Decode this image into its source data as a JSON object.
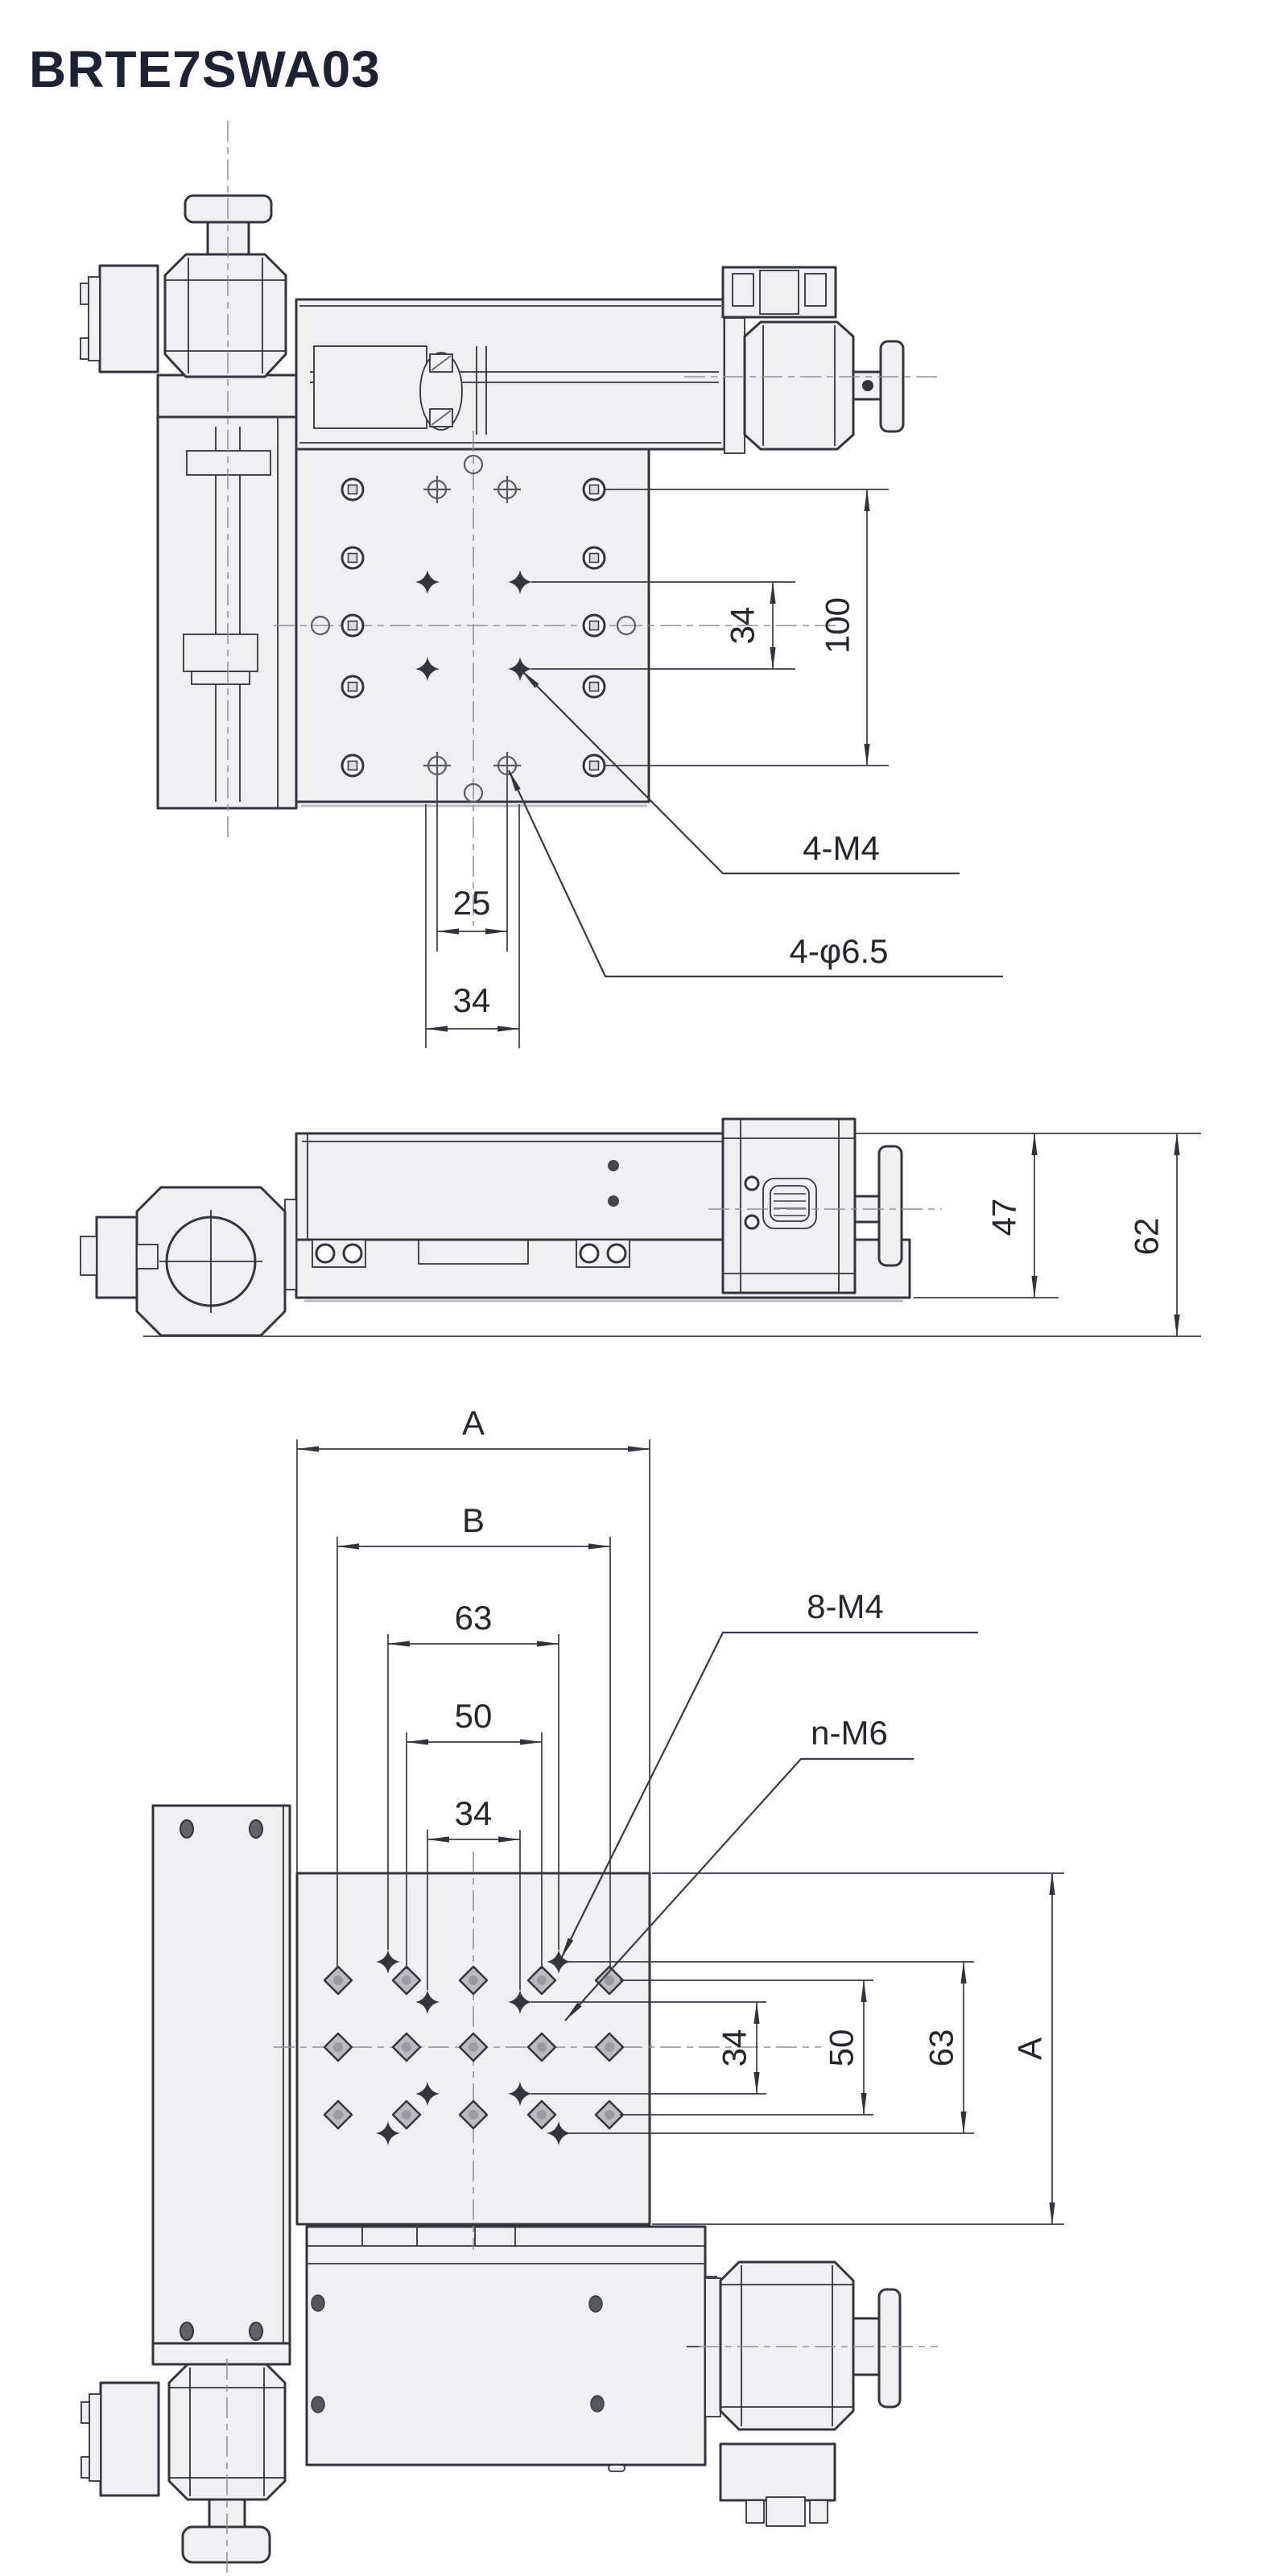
{
  "title": "BRTE7SWA03",
  "colors": {
    "line": "#34343e",
    "fillBody": "#f0f0f2",
    "fillDark": "#bababf",
    "titleColor": "#1c2133",
    "dimText": "#26262e",
    "dimLine": "#3a3a44",
    "centerLine": "#8f8f98"
  },
  "top_view": {
    "right_dims": [
      "34",
      "100"
    ],
    "bottom_dims": [
      "25",
      "34"
    ],
    "labels": {
      "m4": "4-M4",
      "counterbore": "4-φ6.5"
    }
  },
  "side_view": {
    "dims": [
      "47",
      "62"
    ]
  },
  "bottom_view": {
    "top_dims": [
      "A",
      "B",
      "63",
      "50",
      "34"
    ],
    "right_dims": [
      "34",
      "50",
      "63",
      "A"
    ],
    "labels": {
      "m4": "8-M4",
      "m6": "n-M6"
    }
  }
}
